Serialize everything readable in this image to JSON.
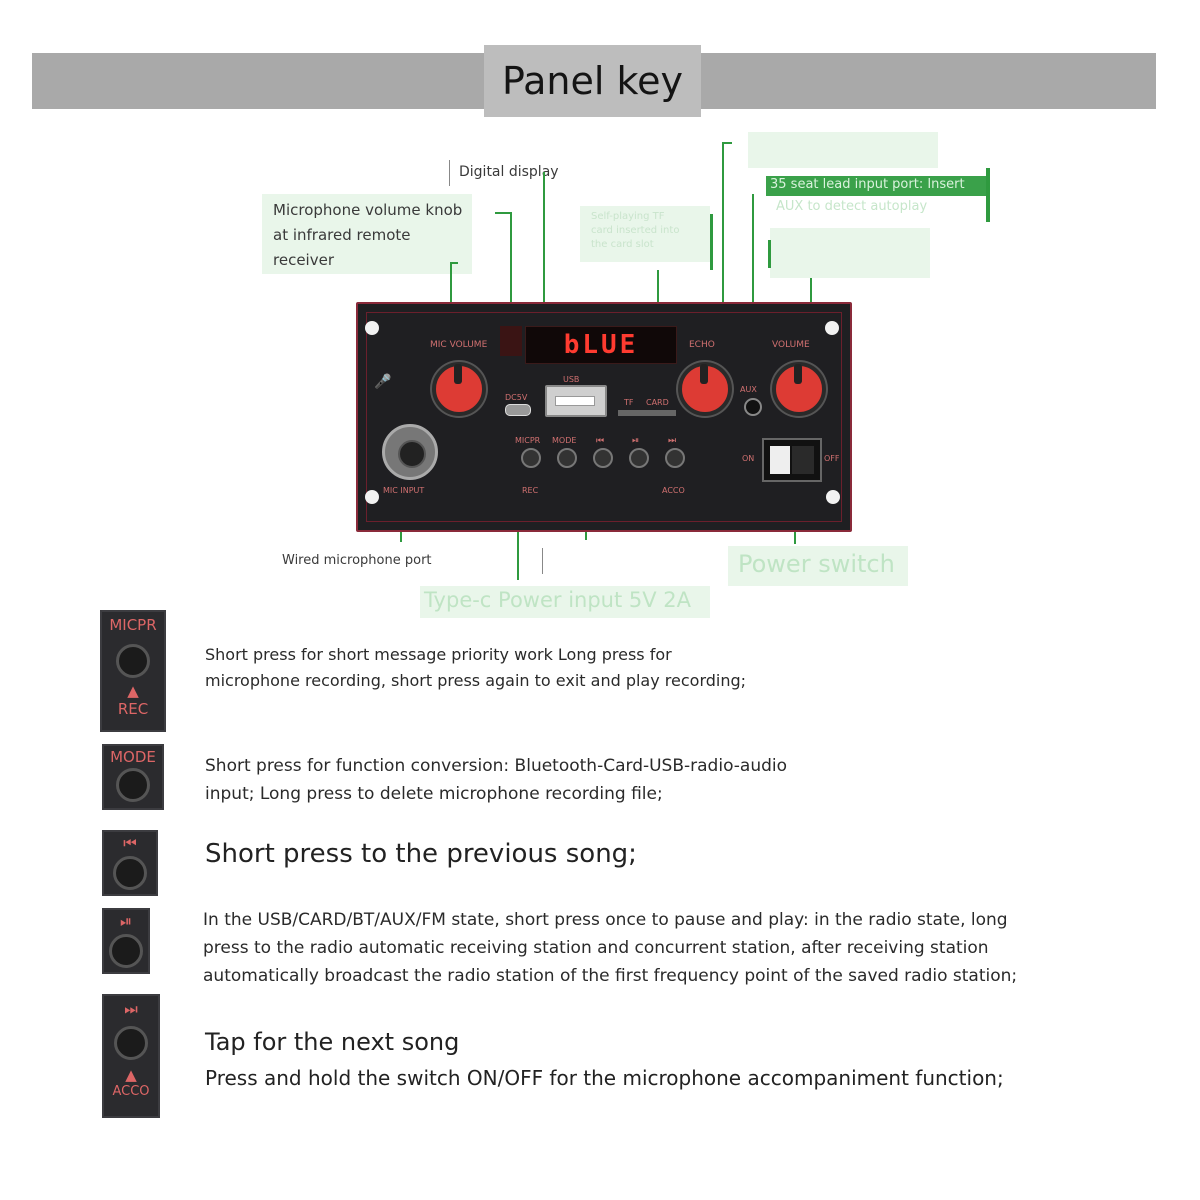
{
  "header": {
    "title": "Panel key"
  },
  "callouts": {
    "mic_volume": [
      "Microphone volume knob",
      "at infrared remote",
      "receiver"
    ],
    "digital_display": "Digital display",
    "tf_card": [
      "Self-playing TF",
      "card inserted into",
      "the card slot"
    ],
    "aux_port": [
      "35 seat lead input port: Insert",
      "AUX to detect autoplay"
    ],
    "wired_mic": "Wired microphone port",
    "power_switch": "Power switch",
    "typec": "Type-c Power input 5V 2A"
  },
  "panel": {
    "display_text": "bLUE",
    "labels": {
      "mic_volume": "MIC VOLUME",
      "echo": "ECHO",
      "volume": "VOLUME",
      "usb": "USB",
      "dc5v": "DC5V",
      "tf": "TF",
      "card": "CARD",
      "aux": "AUX",
      "mic_input": "MIC INPUT",
      "micpr": "MICPR",
      "mode": "MODE",
      "rec": "REC",
      "accomp": "ACCO",
      "on": "ON",
      "off": "OFF"
    }
  },
  "keys": [
    {
      "label_top": "MICPR",
      "label_bottom": "REC",
      "description": [
        "Short press for short message priority work Long press for",
        "microphone recording, short press again to exit and play recording;"
      ]
    },
    {
      "label_top": "MODE",
      "label_bottom": "",
      "description": [
        "Short press for function conversion: Bluetooth-Card-USB-radio-audio",
        "input; Long press to delete microphone recording file;"
      ]
    },
    {
      "label_top": "⏮",
      "label_bottom": "",
      "description": [
        "Short press to the previous song;"
      ]
    },
    {
      "label_top": "⏯",
      "label_bottom": "",
      "description": [
        "In the USB/CARD/BT/AUX/FM state, short press once to pause and play: in the radio state, long",
        "press to the radio automatic receiving station and concurrent station, after receiving station",
        "automatically broadcast the radio station of the first frequency point of the saved radio station;"
      ]
    },
    {
      "label_top": "⏭",
      "label_bottom": "ACCO",
      "description": [
        "Tap for the next song",
        "Press and hold the switch ON/OFF for the microphone accompaniment function;"
      ]
    }
  ]
}
